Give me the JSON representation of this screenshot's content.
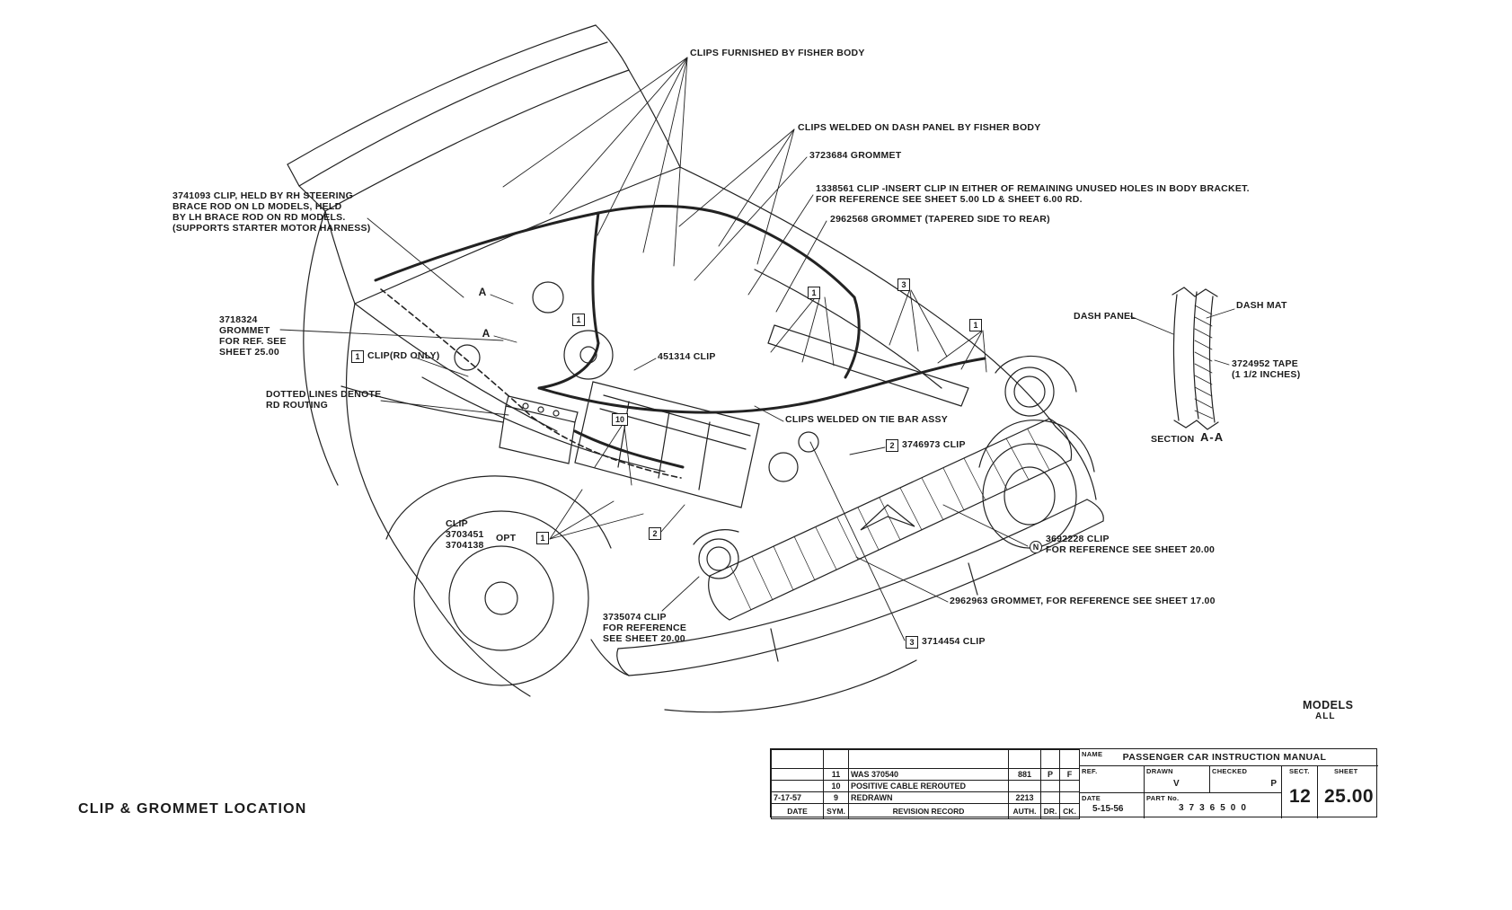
{
  "drawing": {
    "title": "CLIP & GROMMET LOCATION",
    "models_label": "MODELS",
    "models_value": "ALL"
  },
  "callouts": {
    "clips_fisher_body": "CLIPS FURNISHED BY FISHER BODY",
    "clips_dash_panel": "CLIPS WELDED ON DASH PANEL BY FISHER BODY",
    "grommet_3723684": "3723684 GROMMET",
    "clip_1338561": "1338561 CLIP -INSERT CLIP IN EITHER OF REMAINING UNUSED HOLES IN BODY BRACKET.\nFOR REFERENCE SEE SHEET 5.00 LD & SHEET 6.00 RD.",
    "grommet_2962568": "2962568 GROMMET (TAPERED SIDE TO REAR)",
    "clip_3741093": "3741093 CLIP, HELD BY RH STEERING\nBRACE ROD ON LD MODELS, HELD\nBY LH BRACE ROD ON RD MODELS.\n(SUPPORTS STARTER MOTOR HARNESS)",
    "grommet_3718324": "3718324\nGROMMET\nFOR REF. SEE\nSHEET 25.00",
    "clip_rd_only": "CLIP(RD ONLY)",
    "dotted_lines": "DOTTED LINES DENOTE\nRD ROUTING",
    "clip_3703451": "CLIP\n3703451\n3704138",
    "opt": "OPT",
    "clip_451314": "451314 CLIP",
    "clips_tie_bar": "CLIPS WELDED ON TIE BAR ASSY",
    "clip_3746973": "3746973 CLIP",
    "clip_3692228": "3692228 CLIP\nFOR REFERENCE SEE SHEET 20.00",
    "grommet_2962963": "2962963 GROMMET, FOR REFERENCE SEE SHEET 17.00",
    "clip_3735074": "3735074 CLIP\nFOR REFERENCE\nSEE SHEET 20.00",
    "clip_3714454": "3714454 CLIP",
    "dash_panel": "DASH PANEL",
    "dash_mat": "DASH MAT",
    "tape_3724952": "3724952 TAPE\n(1 1/2 INCHES)",
    "section_label": "SECTION",
    "section_name": "A-A"
  },
  "markers": {
    "box1a": "1",
    "box1b": "1",
    "box1c": "1",
    "box1d": "1",
    "box1e": "1",
    "box2a": "2",
    "box2b": "2",
    "box3a": "3",
    "box3b": "3",
    "box10": "10",
    "circleN": "N",
    "sectionA1": "A",
    "sectionA2": "A"
  },
  "title_block": {
    "name_label": "NAME",
    "manual_title": "PASSENGER CAR INSTRUCTION MANUAL",
    "ref_label": "REF.",
    "drawn_label": "DRAWN",
    "drawn_value": "V",
    "checked_label": "CHECKED",
    "checked_value": "P",
    "sect_label": "SECT.",
    "sect_value": "12",
    "sheet_label": "SHEET",
    "sheet_value": "25.00",
    "date_label": "DATE",
    "date_value": "5-15-56",
    "part_label": "PART No.",
    "part_value": "3736500",
    "rev_headers": {
      "date": "DATE",
      "sym": "SYM.",
      "record": "REVISION RECORD",
      "auth": "AUTH.",
      "dr": "DR.",
      "ck": "CK."
    },
    "revisions": [
      {
        "date": "",
        "sym": "11",
        "record": "WAS 370540",
        "auth": "881",
        "dr": "P",
        "ck": "F"
      },
      {
        "date": "",
        "sym": "10",
        "record": "POSITIVE CABLE REROUTED",
        "auth": "",
        "dr": "",
        "ck": ""
      },
      {
        "date": "7-17-57",
        "sym": "9",
        "record": "REDRAWN",
        "auth": "2213",
        "dr": "",
        "ck": ""
      }
    ]
  }
}
